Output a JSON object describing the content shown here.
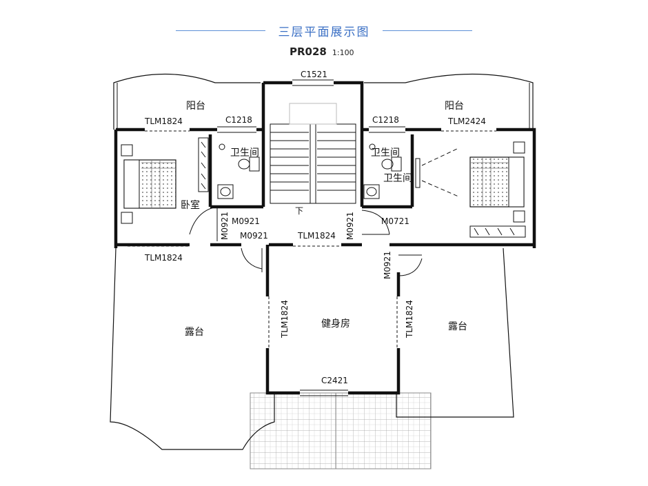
{
  "header": {
    "title": "三层平面展示图",
    "code": "PR028",
    "scale": "1:100"
  },
  "rooms": {
    "balcony_left": "阳台",
    "balcony_right": "阳台",
    "bedroom": "卧室",
    "bath_left": "卫生间",
    "bath_right_a": "卫生间",
    "bath_right_b": "卫生间",
    "gym": "健身房",
    "terrace_left": "露台",
    "terrace_right": "露台",
    "stair_down": "下"
  },
  "labels": {
    "c1521": "C1521",
    "c1218_left": "C1218",
    "c1218_right": "C1218",
    "tlm1824_top_left": "TLM1824",
    "tlm2424": "TLM2424",
    "tlm1824_bottom_left": "TLM1824",
    "tlm1824_corridor": "TLM1824",
    "tlm1824_gym_left": "TLM1824",
    "tlm1824_gym_right": "TLM1824",
    "m0921_a": "M0921",
    "m0921_b": "M0921",
    "m0921_c": "M0921",
    "m0921_d": "M0921",
    "m0921_e": "M0921",
    "m0721": "M0721",
    "c2421": "C2421"
  },
  "colors": {
    "accent": "#3a6fc4",
    "wall": "#111111",
    "pattern": "#8a8a8a"
  }
}
